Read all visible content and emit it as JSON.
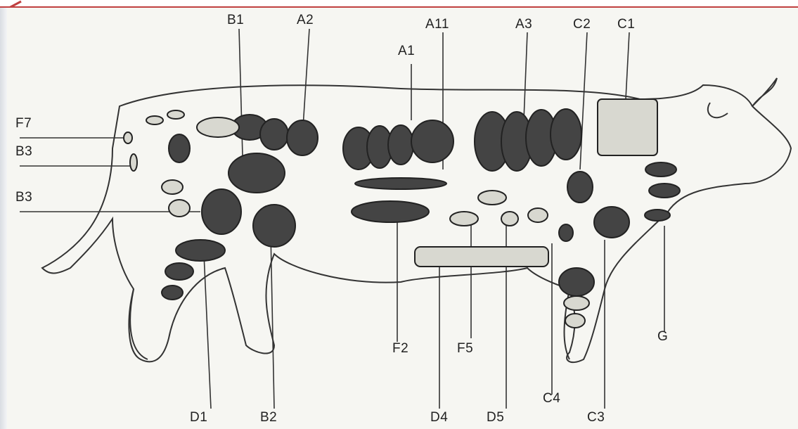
{
  "labels": {
    "B1": "B1",
    "A2": "A2",
    "A11": "A11",
    "A3": "A3",
    "C2": "C2",
    "C1": "C1",
    "A1": "A1",
    "F7": "F7",
    "B3_upper": "B3",
    "B3_lower": "B3",
    "F2": "F2",
    "F5": "F5",
    "G": "G",
    "C4": "C4",
    "D1": "D1",
    "B2": "B2",
    "D4": "D4",
    "D5": "D5",
    "C3": "C3"
  },
  "colors": {
    "accent_border": "#c04040",
    "ink": "#222222",
    "paper": "#f6f6f2"
  }
}
